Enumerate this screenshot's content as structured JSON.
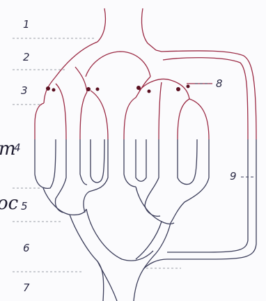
{
  "level_labels": [
    "1",
    "2",
    "3",
    "4",
    "5",
    "6",
    "7"
  ],
  "callouts": {
    "label_8": "8",
    "label_9": "9"
  },
  "edge_fragments": {
    "top": "m",
    "bottom": "oc"
  },
  "colors": {
    "arterial": "#9b2a44",
    "venous": "#3b3d5a",
    "background": "#fbfbfd"
  }
}
